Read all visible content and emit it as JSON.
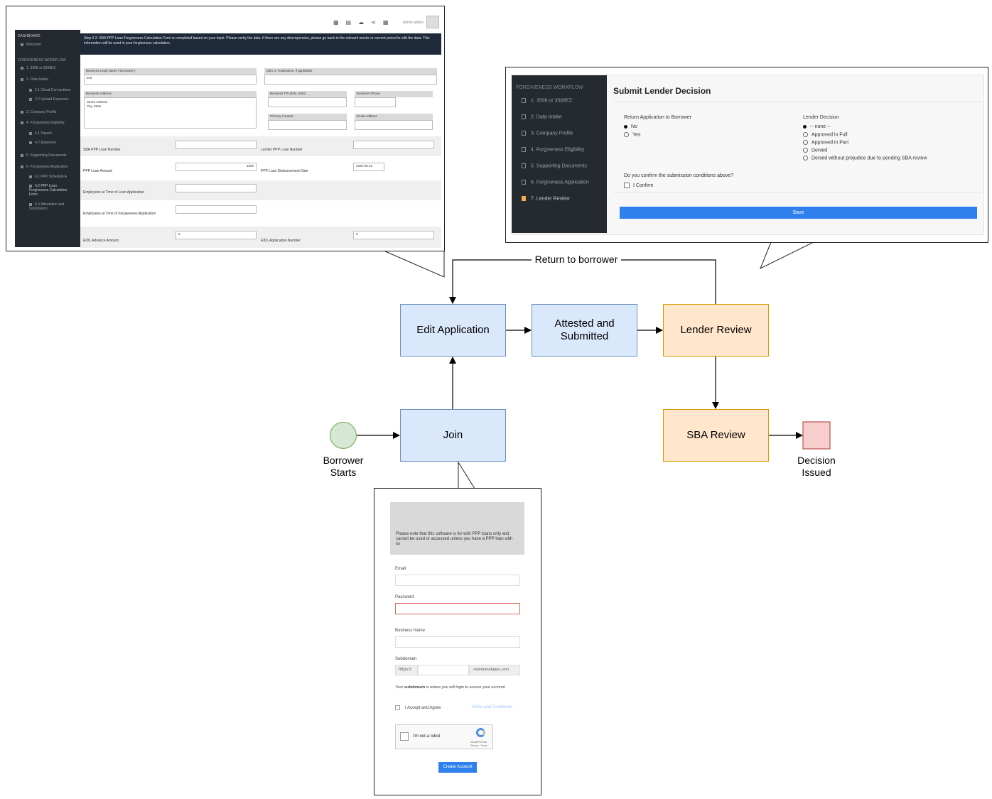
{
  "diagram": {
    "nodes": {
      "edit_application": "Edit Application",
      "attested_submitted": "Attested and Submitted",
      "lender_review": "Lender Review",
      "join": "Join",
      "sba_review": "SBA Review"
    },
    "start_label": "Borrower Starts",
    "end_label": "Decision Issued",
    "return_edge_label": "Return to borrower",
    "colors": {
      "blue_fill": "#dae8fc",
      "blue_stroke": "#6c8ebf",
      "orange_fill": "#ffe6cc",
      "orange_stroke": "#d79b00",
      "start_fill": "#d5e8d4",
      "start_stroke": "#82b366",
      "end_fill": "#f8cecc",
      "end_stroke": "#b85450"
    }
  },
  "editor_screenshot": {
    "topbar_user": "Admin admin",
    "sidebar": [
      "DASHBOARD",
      "Welcome",
      "FORGIVENESS WORKFLOW",
      "1. 3508 or 3508EZ",
      "2. Data Intake",
      "2.1 Cloud Connections",
      "2.2 Upload Expenses",
      "3. Company Profile",
      "4. Forgiveness Eligibility",
      "4.1 Payroll",
      "4.2 Expenses",
      "5. Supporting Documents",
      "6. Forgiveness Application",
      "6.1 PPP Schedule A",
      "6.2 PPP Loan Forgiveness Calculation Form",
      "6.3 Attestation and Submission"
    ],
    "banner": "Step 6.2: SBA PPP Loan Forgiveness Calculation Form is completed based on your input. Please verify the data. If there are any discrepancies, please go back to the relevant weeks or current period to edit the data. This information will be used in your forgiveness calculation.",
    "fields": {
      "legal_name_label": "Business Legal Name (\"Borrower\")",
      "legal_name_value": "test",
      "dba_label": "DBA or Tradename, if applicable",
      "address_label": "Business Address",
      "address_value_1": "Street Address",
      "address_value_2": "City, State",
      "tin_label": "Business TIN (EIN, SSN)",
      "phone_label": "Business Phone",
      "primary_contact_label": "Primary Contact",
      "email_label": "Email Address",
      "sba_loan_label": "SBA PPP Loan Number",
      "lender_loan_label": "Lender PPP Loan Number",
      "loan_amount_label": "PPP Loan Amount",
      "loan_amount_value": "1000",
      "disbursement_label": "PPP Loan Disbursement Date",
      "disbursement_value": "2020-05-12",
      "employees_loan_label": "Employees at Time of Loan Application",
      "employees_forgiveness_label": "Employees at Time of Forgiveness Application",
      "eidl_amount_label": "EIDL Advance Amount",
      "eidl_amount_value": "0",
      "eidl_number_label": "EIDL Application Number",
      "eidl_number_value": "0"
    }
  },
  "lender_screenshot": {
    "sidebar_heading": "FORGIVENESS WORKFLOW",
    "sidebar": [
      "1. 3508 or 3508EZ",
      "2. Data Intake",
      "3. Company Profile",
      "4. Forgiveness Eligibility",
      "5. Supporting Documents",
      "6. Forgiveness Application",
      "7. Lender Review"
    ],
    "title": "Submit Lender Decision",
    "return_label": "Return Application to Borrower",
    "return_options": [
      "No",
      "Yes"
    ],
    "return_selected": "No",
    "decision_label": "Lender Decision",
    "decision_options": [
      "-- none --",
      "Approved in Full",
      "Approved in Part",
      "Denied",
      "Denied without prejudice due to pending SBA review"
    ],
    "decision_selected": "-- none --",
    "confirm_question": "Do you confirm the submission conditions above?",
    "confirm_label": "I Confirm",
    "save_label": "Save",
    "active_color": "#f0ad4e",
    "button_color": "#2f80ed"
  },
  "join_screenshot": {
    "notice": "Please note that this software is for with PPP loans only and cannot be used or accessed unless you have a PPP loan with us",
    "email_label": "Email",
    "password_label": "Password",
    "business_label": "Business Name",
    "subdomain_label": "Subdomain",
    "subdomain_prefix": "https://",
    "subdomain_suffix": ".myintranetapps.com",
    "subdomain_hint_pre": "Your ",
    "subdomain_hint_bold": "subdomain",
    "subdomain_hint_post": " is where you will login to access your account",
    "accept_label": "I Accept and Agree",
    "terms_link": "Terms and Conditions",
    "captcha_label": "I'm not a robot",
    "captcha_brand": "reCAPTCHA",
    "captcha_links": "Privacy - Terms",
    "create_label": "Create Account",
    "error_color": "#e06666",
    "button_color": "#2f80ed"
  }
}
